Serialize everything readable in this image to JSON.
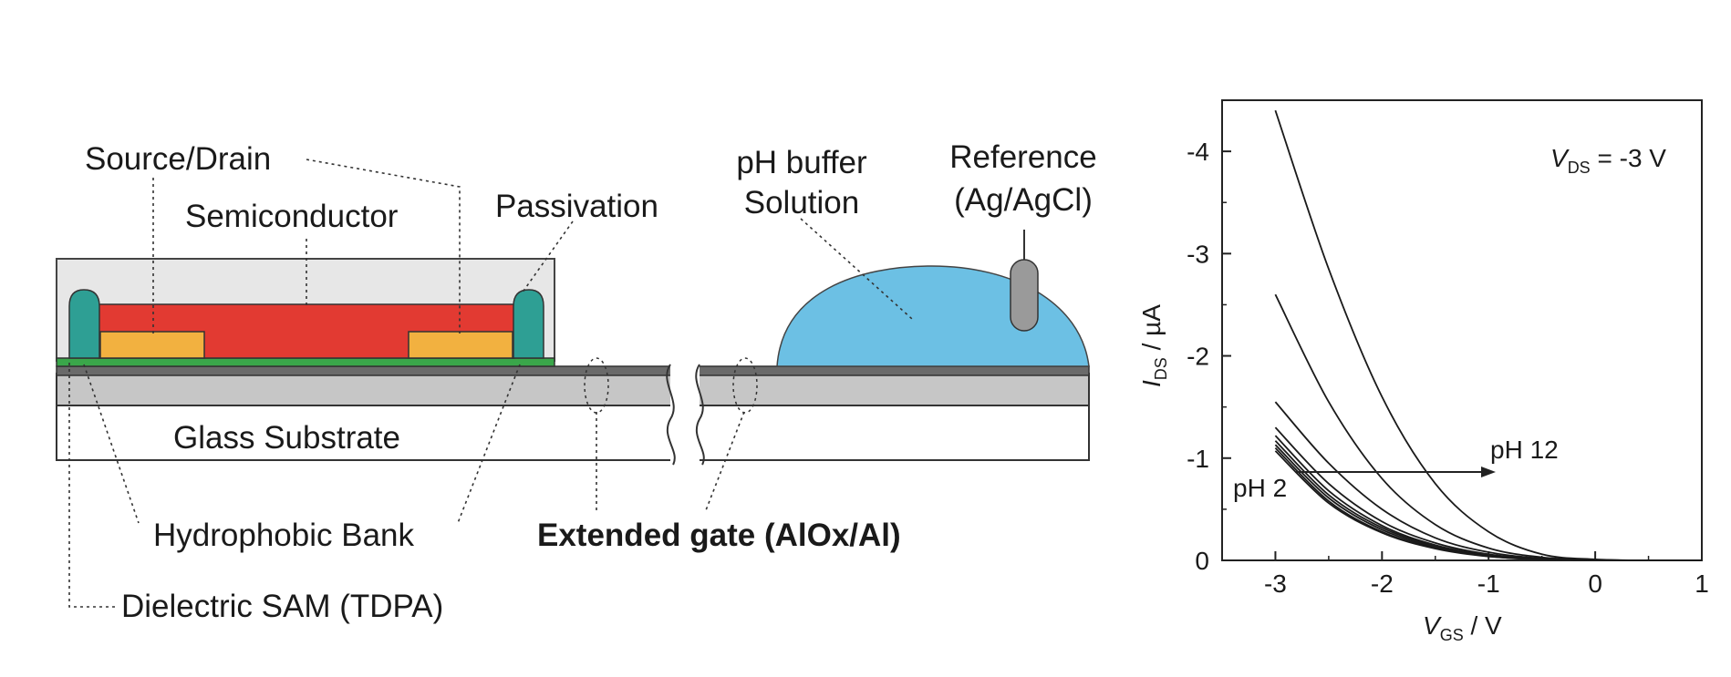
{
  "device": {
    "labels": {
      "source_drain": "Source/Drain",
      "semiconductor": "Semiconductor",
      "passivation": "Passivation",
      "ph_buffer_line1": "pH buffer",
      "ph_buffer_line2": "Solution",
      "reference_line1": "Reference",
      "reference_line2": "(Ag/AgCl)",
      "glass_substrate": "Glass Substrate",
      "hydrophobic_bank": "Hydrophobic Bank",
      "extended_gate": "Extended gate (AlOx/Al)",
      "dielectric_sam": "Dielectric SAM (TDPA)"
    },
    "colors": {
      "semiconductor": "#e23a32",
      "source_drain": "#f2b140",
      "bank": "#2e9f94",
      "sam": "#3aa64a",
      "passivation": "#e7e7e7",
      "gate": "#c6c6c6",
      "solution": "#6cc0e4",
      "reference": "#9a9a9a"
    }
  },
  "chart_data": {
    "type": "line",
    "title": "",
    "annotation": {
      "var": "V",
      "sub": "DS",
      "text": " = -3 V"
    },
    "xlabel": {
      "var": "V",
      "sub": "GS",
      "text": " / V"
    },
    "ylabel": {
      "var": "I",
      "sub": "DS",
      "text": " / µA"
    },
    "xlim": [
      -3.5,
      1
    ],
    "ylim": [
      0,
      4.5
    ],
    "y_inverted_sign": true,
    "xticks": [
      "-3",
      "-2",
      "-1",
      "0",
      "1"
    ],
    "yticks": [
      "0",
      "-1",
      "-2",
      "-3",
      "-4"
    ],
    "arrow": {
      "from_label": "pH 2",
      "to_label": "pH 12"
    },
    "series": [
      {
        "x": [
          -3,
          -2.5,
          -2,
          -1.5,
          -1,
          -0.5,
          0,
          0.5,
          1
        ],
        "y": [
          4.4,
          2.85,
          1.6,
          0.75,
          0.28,
          0.06,
          0.01,
          0,
          0
        ]
      },
      {
        "x": [
          -3,
          -2.5,
          -2,
          -1.5,
          -1,
          -0.5,
          0,
          0.5,
          1
        ],
        "y": [
          2.6,
          1.55,
          0.8,
          0.35,
          0.12,
          0.03,
          0.005,
          0,
          0
        ]
      },
      {
        "x": [
          -3,
          -2.5,
          -2,
          -1.5,
          -1,
          -0.5,
          0,
          0.5,
          1
        ],
        "y": [
          1.55,
          0.95,
          0.5,
          0.22,
          0.08,
          0.02,
          0.003,
          0,
          0
        ]
      },
      {
        "x": [
          -3,
          -2.5,
          -2,
          -1.5,
          -1,
          -0.5,
          0,
          0.5,
          1
        ],
        "y": [
          1.3,
          0.75,
          0.38,
          0.17,
          0.06,
          0.015,
          0.002,
          0,
          0
        ]
      },
      {
        "x": [
          -3,
          -2.5,
          -2,
          -1.5,
          -1,
          -0.5,
          0,
          0.5,
          1
        ],
        "y": [
          1.22,
          0.68,
          0.34,
          0.15,
          0.05,
          0.012,
          0.002,
          0,
          0
        ]
      },
      {
        "x": [
          -3,
          -2.5,
          -2,
          -1.5,
          -1,
          -0.5,
          0,
          0.5,
          1
        ],
        "y": [
          1.17,
          0.64,
          0.32,
          0.14,
          0.046,
          0.011,
          0.002,
          0,
          0
        ]
      },
      {
        "x": [
          -3,
          -2.5,
          -2,
          -1.5,
          -1,
          -0.5,
          0,
          0.5,
          1
        ],
        "y": [
          1.13,
          0.61,
          0.3,
          0.13,
          0.043,
          0.01,
          0.002,
          0,
          0
        ]
      },
      {
        "x": [
          -3,
          -2.5,
          -2,
          -1.5,
          -1,
          -0.5,
          0,
          0.5,
          1
        ],
        "y": [
          1.1,
          0.58,
          0.28,
          0.12,
          0.04,
          0.009,
          0.002,
          0,
          0
        ]
      },
      {
        "x": [
          -3,
          -2.5,
          -2,
          -1.5,
          -1,
          -0.5,
          0,
          0.5,
          1
        ],
        "y": [
          1.07,
          0.56,
          0.27,
          0.115,
          0.038,
          0.009,
          0.002,
          0,
          0
        ]
      }
    ]
  }
}
